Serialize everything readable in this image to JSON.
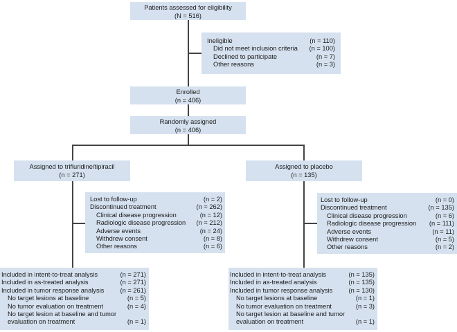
{
  "assessed": {
    "title": "Patients assessed for eligibility",
    "count": "(N = 516)"
  },
  "ineligible": {
    "rows": [
      {
        "label": "Ineligible",
        "count": "(n = 110)",
        "sub": false
      },
      {
        "label": "Did not meet inclusion criteria",
        "count": "(n = 100)",
        "sub": true
      },
      {
        "label": "Declined to participate",
        "count": "(n = 7)",
        "sub": true
      },
      {
        "label": "Other reasons",
        "count": "(n = 3)",
        "sub": true
      }
    ]
  },
  "enrolled": {
    "title": "Enrolled",
    "count": "(n = 406)"
  },
  "randomized": {
    "title": "Randomly assigned",
    "count": "(n = 406)"
  },
  "arms": [
    {
      "title": "Assigned to trifluridine/tipiracil",
      "count": "(n = 271)",
      "followup": [
        {
          "label": "Lost to follow-up",
          "count": "(n = 2)"
        },
        {
          "label": "Discontinued treatment",
          "count": "(n = 262)"
        },
        {
          "label": "Clinical disease progression",
          "count": "(n = 12)"
        },
        {
          "label": "Radiologic disease progression",
          "count": "(n = 212)"
        },
        {
          "label": "Adverse events",
          "count": "(n = 24)"
        },
        {
          "label": "Withdrew consent",
          "count": "(n = 8)"
        },
        {
          "label": "Other reasons",
          "count": "(n = 6)"
        }
      ],
      "analysis": [
        {
          "label": "Included in intent-to-treat analysis",
          "count": "(n = 271)"
        },
        {
          "label": "Included in as-treated analysis",
          "count": "(n = 271)"
        },
        {
          "label": "Included in tumor response analysis",
          "count": "(n = 261)"
        },
        {
          "label": "No target lesions at baseline",
          "count": "(n = 5)"
        },
        {
          "label": "No tumor evaluation on treatment",
          "count": "(n = 4)"
        },
        {
          "label": "No target lesion at baseline and tumor",
          "count": ""
        },
        {
          "label": "evaluation on treatment",
          "count": "(n = 1)"
        }
      ]
    },
    {
      "title": "Assigned to placebo",
      "count": "(n = 135)",
      "followup": [
        {
          "label": "Lost to follow-up",
          "count": "(n = 0)"
        },
        {
          "label": "Discontinued treatment",
          "count": "(n = 135)"
        },
        {
          "label": "Clinical disease progression",
          "count": "(n = 6)"
        },
        {
          "label": "Radiologic disease progression",
          "count": "(n = 111)"
        },
        {
          "label": "Adverse events",
          "count": "(n = 11)"
        },
        {
          "label": "Withdrew consent",
          "count": "(n = 5)"
        },
        {
          "label": "Other reasons",
          "count": "(n = 2)"
        }
      ],
      "analysis": [
        {
          "label": "Included in intent-to-treat analysis",
          "count": "(n = 135)"
        },
        {
          "label": "Included in as-treated analysis",
          "count": "(n = 135)"
        },
        {
          "label": "Included in tumor response analysis",
          "count": "(n = 130)"
        },
        {
          "label": "No target lesions at baseline",
          "count": "(n = 1)"
        },
        {
          "label": "No tumor evaluation on treatment",
          "count": "(n = 3)"
        },
        {
          "label": "No target lesion at baseline and tumor",
          "count": ""
        },
        {
          "label": "evaluation on treatment",
          "count": "(n = 1)"
        }
      ]
    }
  ],
  "colors": {
    "box": "#d5e1ef",
    "line": "#444444"
  }
}
